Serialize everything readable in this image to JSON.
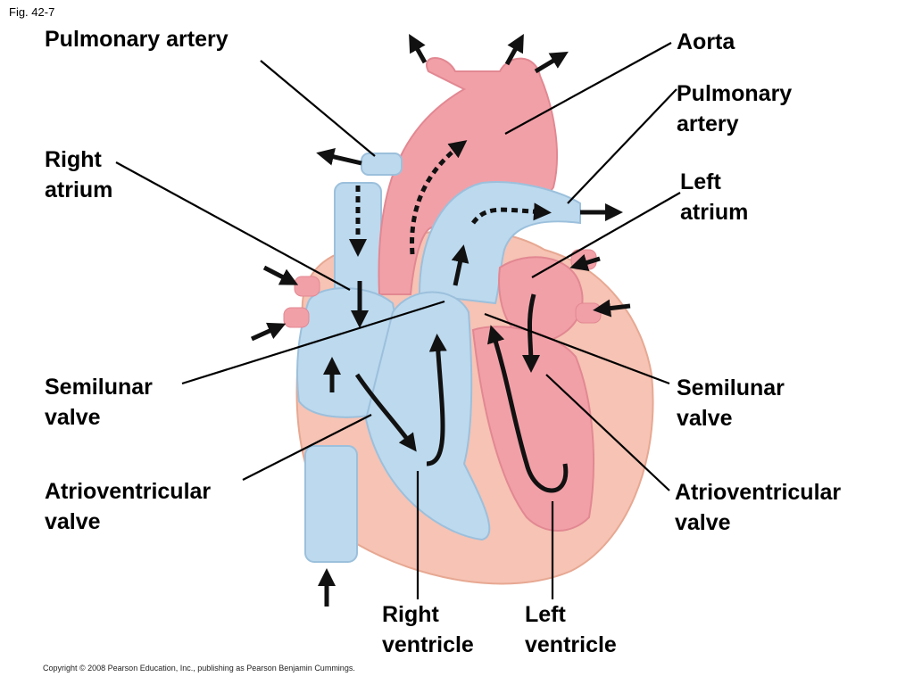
{
  "figure": {
    "number": "Fig. 42-7",
    "copyright": "Copyright © 2008 Pearson Education, Inc., publishing as Pearson Benjamin Cummings."
  },
  "labels": {
    "pulmonary_artery_left": "Pulmonary artery",
    "aorta": "Aorta",
    "pulmonary_artery_right_1": "Pulmonary",
    "pulmonary_artery_right_2": "artery",
    "right_atrium_1": "Right",
    "right_atrium_2": "atrium",
    "left_atrium_1": "Left",
    "left_atrium_2": "atrium",
    "semilunar_left_1": "Semilunar",
    "semilunar_left_2": "valve",
    "semilunar_right_1": "Semilunar",
    "semilunar_right_2": "valve",
    "av_left_1": "Atrioventricular",
    "av_left_2": "valve",
    "av_right_1": "Atrioventricular",
    "av_right_2": "valve",
    "right_ventricle_1": "Right",
    "right_ventricle_2": "ventricle",
    "left_ventricle_1": "Left",
    "left_ventricle_2": "ventricle"
  },
  "colors": {
    "deoxygenated": "#bcd9ee",
    "oxygenated": "#f2a0a8",
    "muscle": "#f6c3b4",
    "arrow": "#111111"
  }
}
